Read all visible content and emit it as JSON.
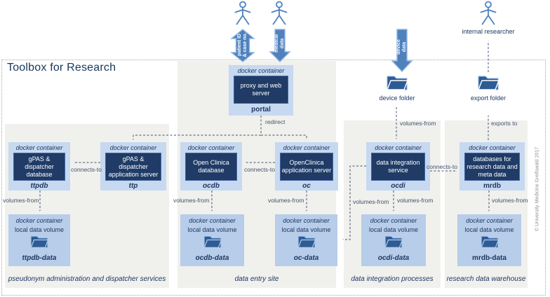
{
  "title": "Toolbox for Research",
  "copyright": "© University Medicine Greifswald 2017",
  "actors": {
    "internal_researcher": "internal researcher"
  },
  "flow_arrows": {
    "patient": "patient ID\n& case no.",
    "medical": "medical\ndata",
    "device": "device\ndata"
  },
  "folders": {
    "device": "device folder",
    "export": "export folder"
  },
  "labels": {
    "docker_container": "docker container",
    "local_data_volume": "local data volume",
    "redirect": "redirect",
    "connects_to": "connects-to",
    "volumes_from": "volumes-from",
    "exports_to": "exports to"
  },
  "containers": {
    "portal": {
      "box": "proxy and web\nserver",
      "name": "portal"
    },
    "ttpdb": {
      "box": "gPAS &\ndispatcher\ndatabase",
      "name": "ttpdb"
    },
    "ttp": {
      "box": "gPAS &\ndispatcher\napplication server",
      "name": "ttp"
    },
    "ocdb": {
      "box": "Open Clinica\ndatabase",
      "name": "ocdb"
    },
    "oc": {
      "box": "OpenClinica\napplication server",
      "name": "oc"
    },
    "ocdi": {
      "box": "data integration\nservice",
      "name": "ocdi"
    },
    "mrdb": {
      "box": "databases for\nresearch data and\nmeta data",
      "name": "mrdb"
    }
  },
  "volumes": {
    "ttpdb_data": {
      "name": "ttpdb-data"
    },
    "ocdb_data": {
      "name": "ocdb-data"
    },
    "oc_data": {
      "name": "oc-data"
    },
    "ocdi_data": {
      "name": "ocdi-data"
    },
    "mrdb_data": {
      "name": "mrdb-data"
    }
  },
  "sections": {
    "pseudonym": "pseudonym administration and dispatcher services",
    "data_entry": "data entry site",
    "integration": "data integration processes",
    "warehouse": "research data warehouse"
  },
  "colors": {
    "navy_box": "#1f3b66",
    "container_blue": "#c6d9f0",
    "volume_blue": "#b7cde9",
    "arrow_blue": "#4f81bd",
    "section_gray": "#f0f0ed"
  }
}
